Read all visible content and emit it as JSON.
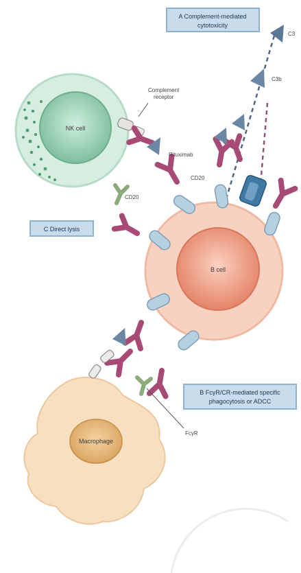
{
  "labels": {
    "complement_box_line1": "A Complement-mediated",
    "complement_box_line2": "cytotoxicity",
    "direct_lysis": "C Direct lysis",
    "fcr_box_line1": "B FcγR/CR-mediated specific",
    "fcr_box_line2": "phagocytosis or ADCC",
    "c3": "C3",
    "c3b": "C3b",
    "complement_receptor_line1": "Complement",
    "complement_receptor_line2": "receptor",
    "rituximab": "Rituximab",
    "cd20_top": "CD20",
    "cd20_left": "CD20",
    "nk_cell": "NK cell",
    "b_cell": "B cell",
    "macrophage": "Macrophage",
    "fcr": "FcγR"
  },
  "colors": {
    "nk_outer": "#d3ecdd",
    "nk_inner": "#9fd2b4",
    "b_outer": "#f6cdbb",
    "b_inner": "#ee9e82",
    "macrophage": "#f6dcbc",
    "macrophage_nucleus": "#e6b67a",
    "antibody": "#b2527c",
    "cd20": "#a9c6d9",
    "complement": "#5a7896",
    "box_fill": "#c8dcea",
    "box_border": "#8fb1cc"
  }
}
